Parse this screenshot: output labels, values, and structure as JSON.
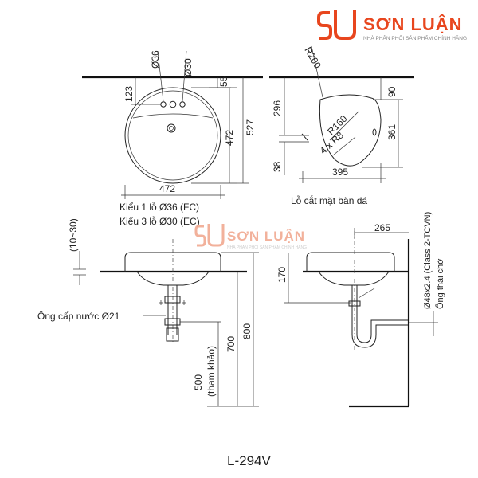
{
  "brand": {
    "name": "SƠN LUẬN",
    "tagline": "NHÀ PHÂN PHỐI SẢN PHẨM CHÍNH HÃNG",
    "color": "#e8461e"
  },
  "top_view": {
    "dim_d36": "Ø36",
    "dim_d30": "Ø30",
    "dim_123": "123",
    "dim_55": "55",
    "dim_472_v": "472",
    "dim_527": "527",
    "dim_472_h": "472",
    "note_line1": "Kiểu 1 lỗ Ø36 (FC)",
    "note_line2": "Kiểu 3 lỗ Ø30 (EC)"
  },
  "cutout_view": {
    "dim_r200": "R200",
    "dim_296": "296",
    "dim_90": "90",
    "dim_r160": "R160",
    "dim_4xr8": "4 x R8",
    "dim_361": "361",
    "dim_38": "38",
    "dim_395": "395",
    "caption": "Lỗ cắt mặt bàn đá"
  },
  "front_view": {
    "dim_10_30": "(10~30)",
    "supply_label": "Ống cấp nước Ø21",
    "dim_500": "500",
    "dim_500_note": "(tham khảo)",
    "dim_700": "700",
    "dim_800": "800"
  },
  "side_view": {
    "dim_265": "265",
    "dim_170": "170",
    "drain_label_1": "Ø48x2.4 (Class 2-TCVN)",
    "drain_label_2": "Ống thải chờ"
  },
  "model": "L-294V"
}
